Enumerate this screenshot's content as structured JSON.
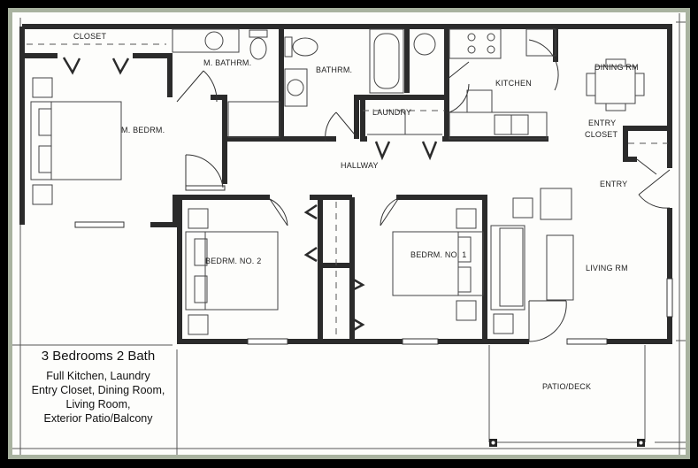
{
  "plan": {
    "rooms": {
      "closet": "CLOSET",
      "master_bath": "M. BATHRM.",
      "bath": "BATHRM.",
      "laundry": "LAUNDRY",
      "kitchen": "KITCHEN",
      "dining": "DINING RM",
      "entry_closet_1": "ENTRY",
      "entry_closet_2": "CLOSET",
      "master_bedroom": "M. BEDRM.",
      "hallway": "HALLWAY",
      "entry": "ENTRY",
      "bedroom_2": "BEDRM. NO. 2",
      "bedroom_1": "BEDRM. NO. 1",
      "living": "LIVING RM",
      "patio": "PATIO/DECK"
    }
  },
  "caption": {
    "title": "3 Bedrooms 2 Bath",
    "lines": [
      "Full Kitchen, Laundry",
      "Entry Closet, Dining Room,",
      "Living Room,",
      "Exterior Patio/Balcony"
    ]
  },
  "colors": {
    "outer": "#000000",
    "border": "#a9b3a0",
    "paper": "#fdfdfb",
    "wall": "#2b2b2b"
  }
}
